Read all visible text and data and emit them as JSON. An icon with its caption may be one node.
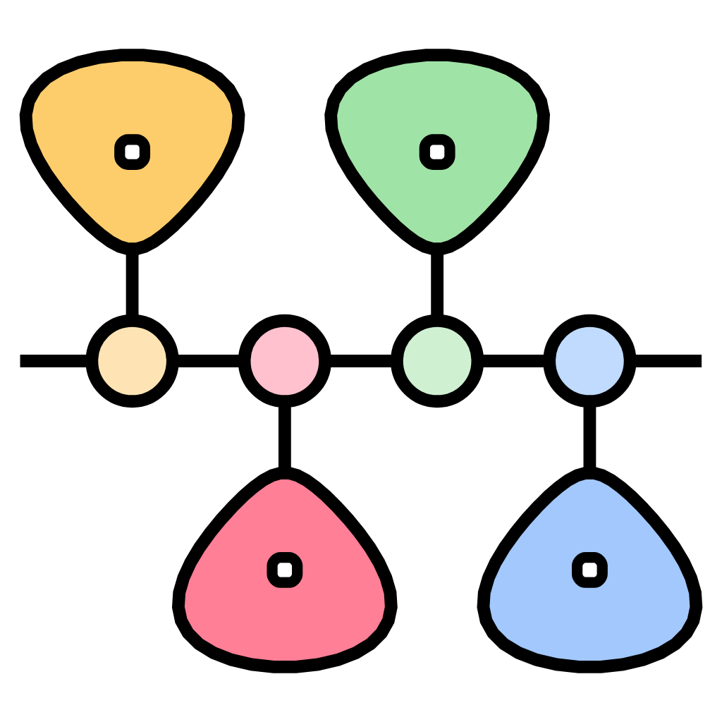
{
  "diagram": {
    "nodes": [
      {
        "text": [],
        "shape": "pin"
      },
      {
        "text": [],
        "shape": "pin"
      },
      {
        "text": [],
        "shape": "circle"
      },
      {
        "text": [],
        "shape": "circle"
      },
      {
        "text": [],
        "shape": "circle"
      },
      {
        "text": [],
        "shape": "circle"
      },
      {
        "text": [],
        "shape": "pin"
      },
      {
        "text": [],
        "shape": "pin"
      }
    ],
    "edges": [
      {
        "from": 0,
        "to": 2,
        "arrow": "none"
      },
      {
        "from": 1,
        "to": 4,
        "arrow": "none"
      },
      {
        "from": null,
        "to": 2,
        "arrow": "none"
      },
      {
        "from": 2,
        "to": 3,
        "arrow": "none"
      },
      {
        "from": 3,
        "to": 4,
        "arrow": "none"
      },
      {
        "from": 4,
        "to": 5,
        "arrow": "none"
      },
      {
        "from": 5,
        "to": null,
        "arrow": "none"
      },
      {
        "from": 3,
        "to": 6,
        "arrow": "none"
      },
      {
        "from": 5,
        "to": 7,
        "arrow": "none"
      }
    ]
  }
}
